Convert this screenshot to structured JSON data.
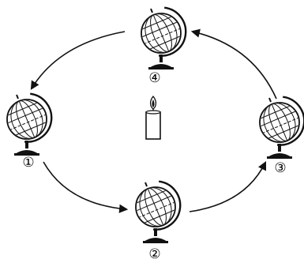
{
  "colors": {
    "ink": "#111111",
    "paper": "#ffffff"
  },
  "candle": {
    "icon": "candle-icon"
  },
  "globes": [
    {
      "id": "1",
      "label": "①",
      "icon": "globe-icon"
    },
    {
      "id": "2",
      "label": "②",
      "icon": "globe-icon"
    },
    {
      "id": "3",
      "label": "③",
      "icon": "globe-icon"
    },
    {
      "id": "4",
      "label": "④",
      "icon": "globe-icon"
    }
  ],
  "orbit": {
    "direction": "counterclockwise",
    "arrows": [
      "1-to-2",
      "2-to-3",
      "3-to-4",
      "4-to-1"
    ]
  }
}
